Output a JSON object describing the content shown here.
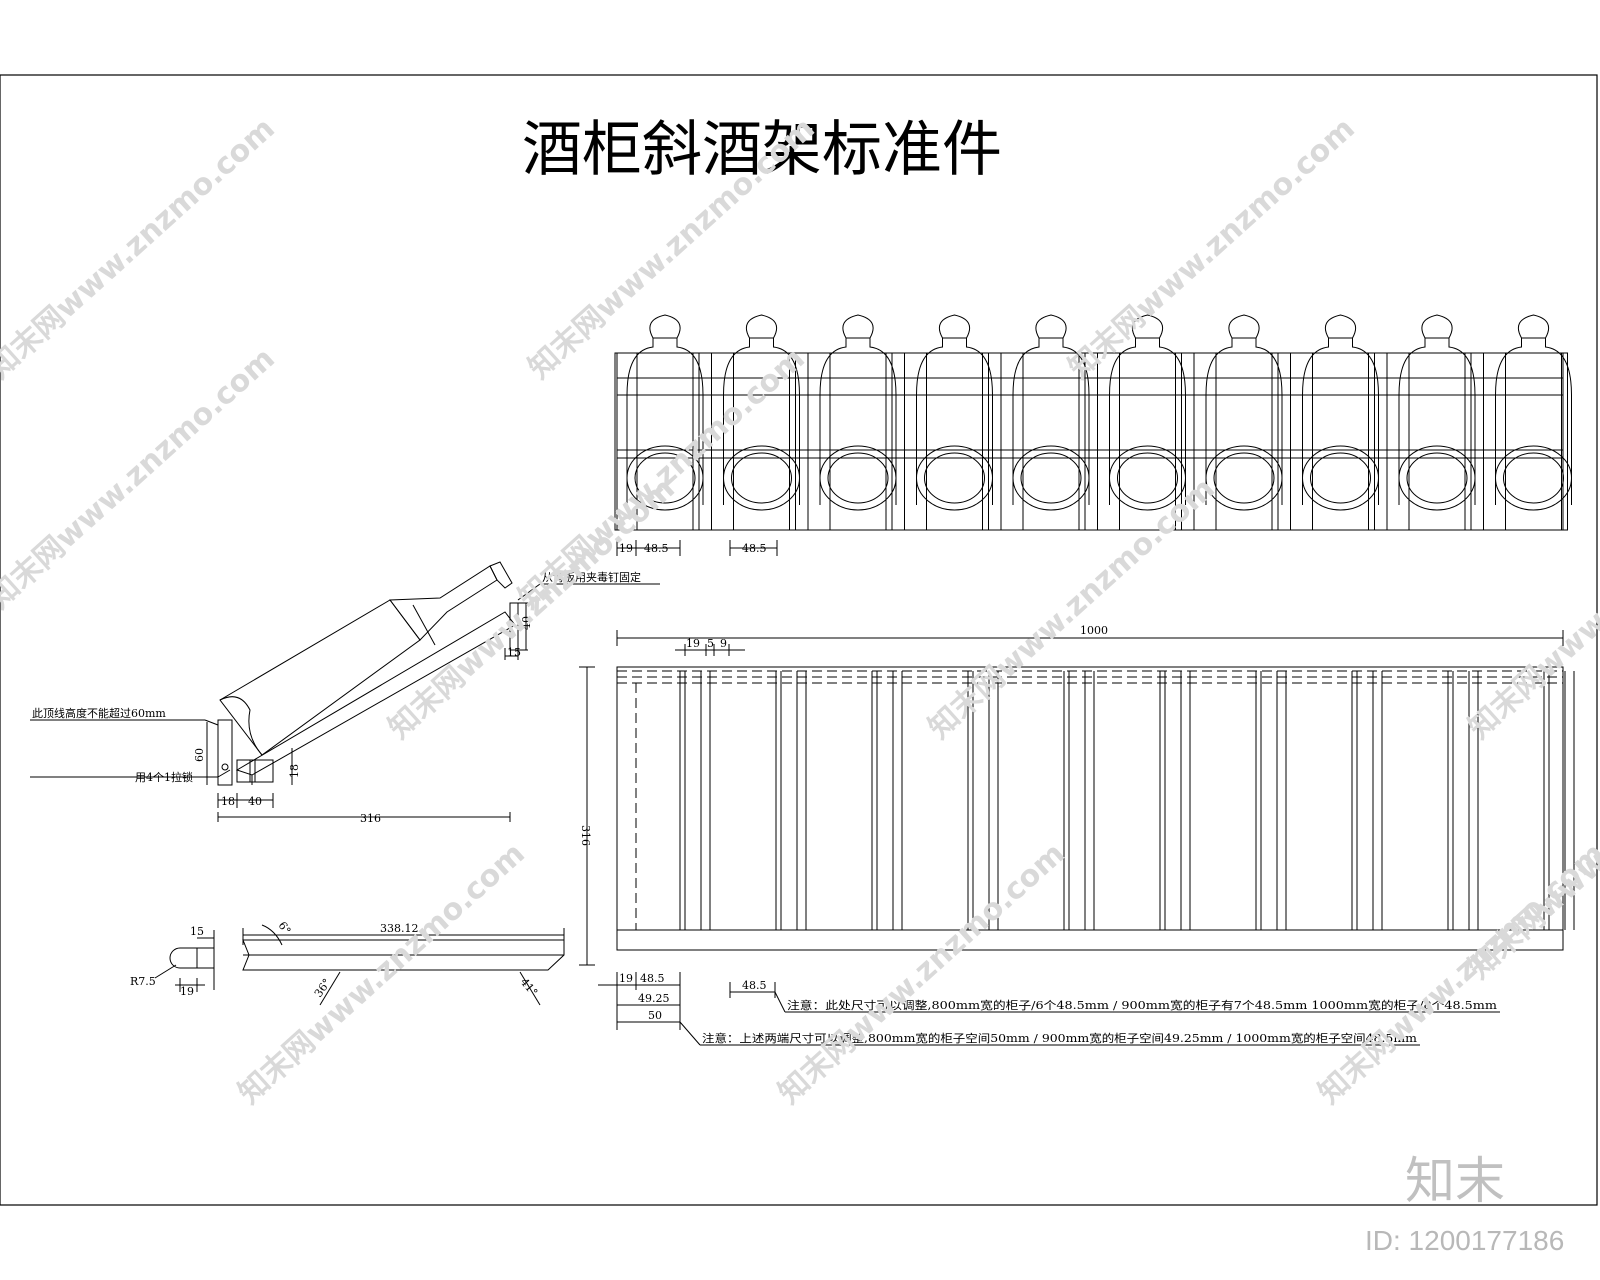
{
  "title": "酒柜斜酒架标准件",
  "side_view": {
    "note_top": "从背板用夹毒钉固定",
    "note_height": "此顶线高度不能超过60mm",
    "note_fix": "用4个1拉锁",
    "dim_40": "40",
    "dim_15": "15",
    "dim_60": "60",
    "dim_18_v": "18",
    "dim_18_h": "18",
    "dim_40_h": "40",
    "dim_316": "316"
  },
  "front_view": {
    "dim_19": "19",
    "dim_48_5_a": "48.5",
    "dim_48_5_b": "48.5"
  },
  "plan_view": {
    "dim_1000": "1000",
    "dim_19": "19",
    "dim_5": "5",
    "dim_9": "9",
    "dim_316": "316",
    "dim_bottom_19": "19",
    "dim_bottom_48_5": "48.5",
    "dim_49_25": "49.25",
    "dim_50": "50",
    "dim_right_48_5": "48.5",
    "note_1": "注意：此处尺寸可以调整,800mm宽的柜子/6个48.5mm / 900mm宽的柜子有7个48.5mm    1000mm宽的柜子/8个48.5mm",
    "note_2": "注意：上述两端尺寸可以调整,800mm宽的柜子空间50mm / 900mm宽的柜子空间49.25mm / 1000mm宽的柜子空间48.5mm"
  },
  "detail": {
    "dim_15": "15",
    "dim_r7_5": "R7.5",
    "dim_19": "19",
    "dim_338_12": "338.12",
    "dim_angle_6": "6°",
    "dim_angle_36": "36°",
    "dim_angle_41": "41°"
  },
  "watermark_text": "知末网www.znzmo.com",
  "brand": {
    "logo": "知末",
    "id": "ID: 1200177186"
  }
}
